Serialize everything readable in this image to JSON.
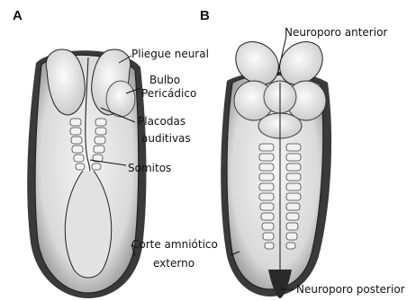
{
  "panels": {
    "a": "A",
    "b": "B"
  },
  "labels": {
    "pliegue_neural": "Pliegue neural",
    "bulbo_line1": "Bulbo",
    "bulbo_line2": "Pericádico",
    "placodas_line1": "Placodas",
    "placodas_line2": "auditivas",
    "somitos": "Somitos",
    "corte_line1": "Corte amniótico",
    "corte_line2": "externo",
    "neuroporo_anterior": "Neuroporo anterior",
    "neuroporo_posterior": "Neuroporo posterior"
  },
  "colors": {
    "ink": "#111111",
    "embryo_fill": "#ececec",
    "shadow": "#3a3a3a"
  }
}
